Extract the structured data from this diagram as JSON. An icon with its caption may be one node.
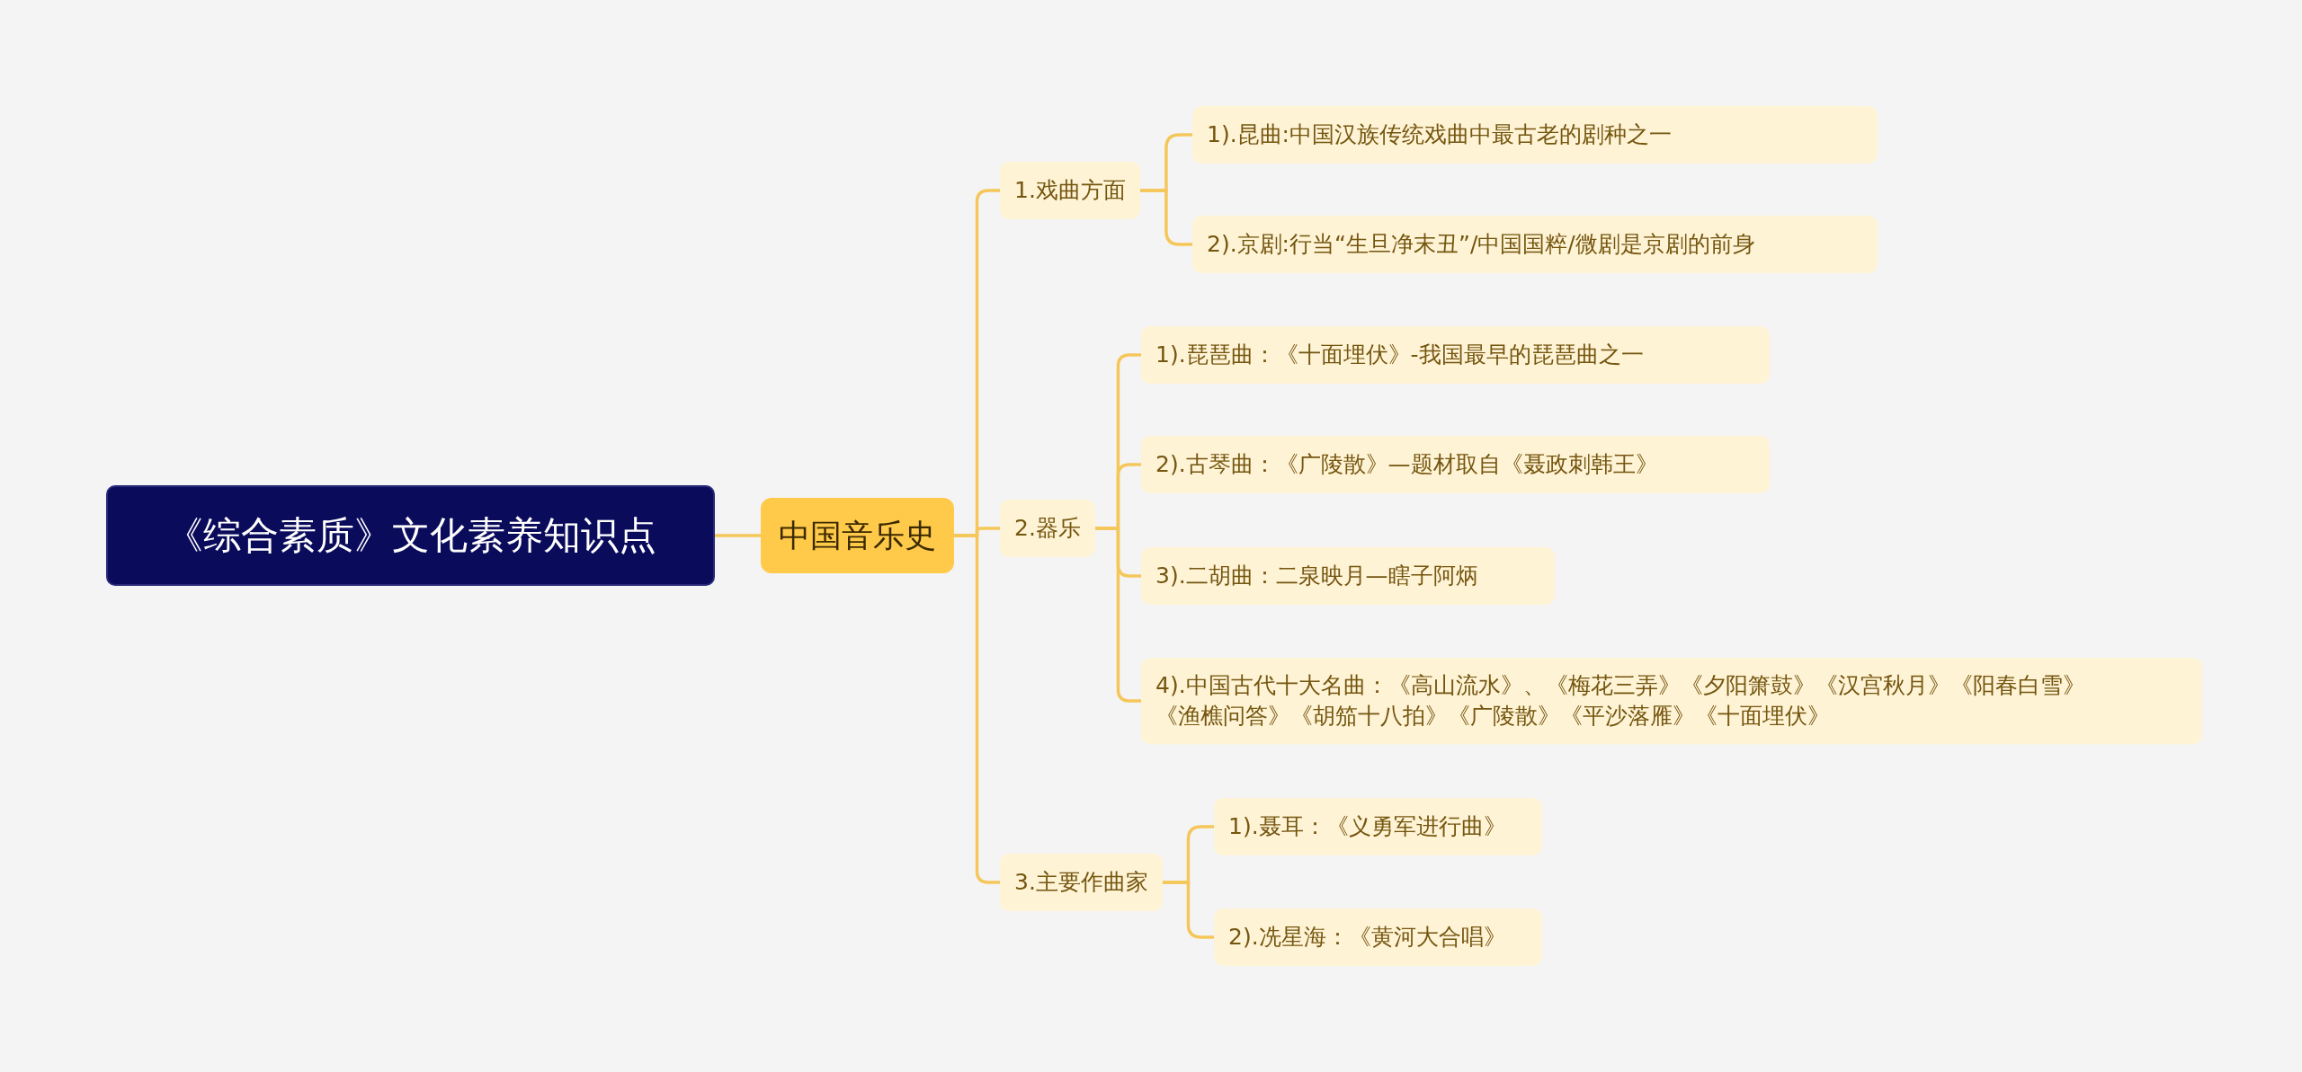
{
  "diagram": {
    "nodes": [
      {
        "text": [
          "《综合素质》文化素养知识点"
        ]
      },
      {
        "text": [
          "中国音乐史"
        ]
      },
      {
        "text": [
          "1.戏曲方面"
        ]
      },
      {
        "text": [
          "1).昆曲:中国汉族传统戏曲中最古老的剧种之一"
        ]
      },
      {
        "text": [
          "2).京剧:行当“生旦净末丑”/中国国粹/微剧是京剧的前身"
        ]
      },
      {
        "text": [
          "2.器乐"
        ]
      },
      {
        "text": [
          "1).琵琶曲：《十面埋伏》-我国最早的琵琶曲之一"
        ]
      },
      {
        "text": [
          "2).古琴曲：《广陵散》—题材取自《聂政刺韩王》"
        ]
      },
      {
        "text": [
          "3).二胡曲：二泉映月—瞎子阿炳"
        ]
      },
      {
        "text": [
          "4).中国古代十大名曲：《高山流水》、《梅花三弄》《夕阳箫鼓》《汉宫秋月》《阳春白雪》《渔樵问答》《胡笳十八拍》《广陵散》《平沙落雁》《十面埋伏》"
        ]
      },
      {
        "text": [
          "3.主要作曲家"
        ]
      },
      {
        "text": [
          "1).聂耳：《义勇军进行曲》"
        ]
      },
      {
        "text": [
          "2).冼星海：《黄河大合唱》"
        ]
      }
    ],
    "edges": [
      {
        "from": 0,
        "to": 1,
        "arrow": "none"
      },
      {
        "from": 1,
        "to": 2,
        "arrow": "none"
      },
      {
        "from": 1,
        "to": 5,
        "arrow": "none"
      },
      {
        "from": 1,
        "to": 10,
        "arrow": "none"
      },
      {
        "from": 2,
        "to": 3,
        "arrow": "none"
      },
      {
        "from": 2,
        "to": 4,
        "arrow": "none"
      },
      {
        "from": 5,
        "to": 6,
        "arrow": "none"
      },
      {
        "from": 5,
        "to": 7,
        "arrow": "none"
      },
      {
        "from": 5,
        "to": 8,
        "arrow": "none"
      },
      {
        "from": 5,
        "to": 9,
        "arrow": "none"
      },
      {
        "from": 10,
        "to": 11,
        "arrow": "none"
      },
      {
        "from": 10,
        "to": 12,
        "arrow": "none"
      }
    ]
  }
}
